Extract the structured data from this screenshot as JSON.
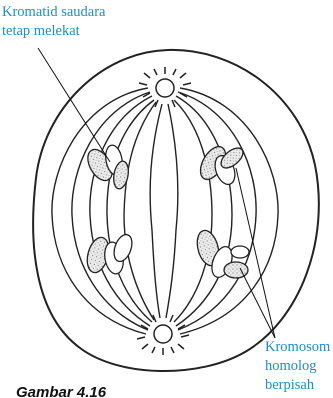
{
  "labels": {
    "top": [
      "Kromatid saudara",
      "tetap melekat"
    ],
    "bottom": [
      "Kromosom",
      "homolog",
      "berpisah"
    ]
  },
  "caption": "Gambar 4.16",
  "colors": {
    "label_text": "#1e8ec9",
    "outline": "#222222",
    "chromosome_fill": "#e9e9e9"
  }
}
